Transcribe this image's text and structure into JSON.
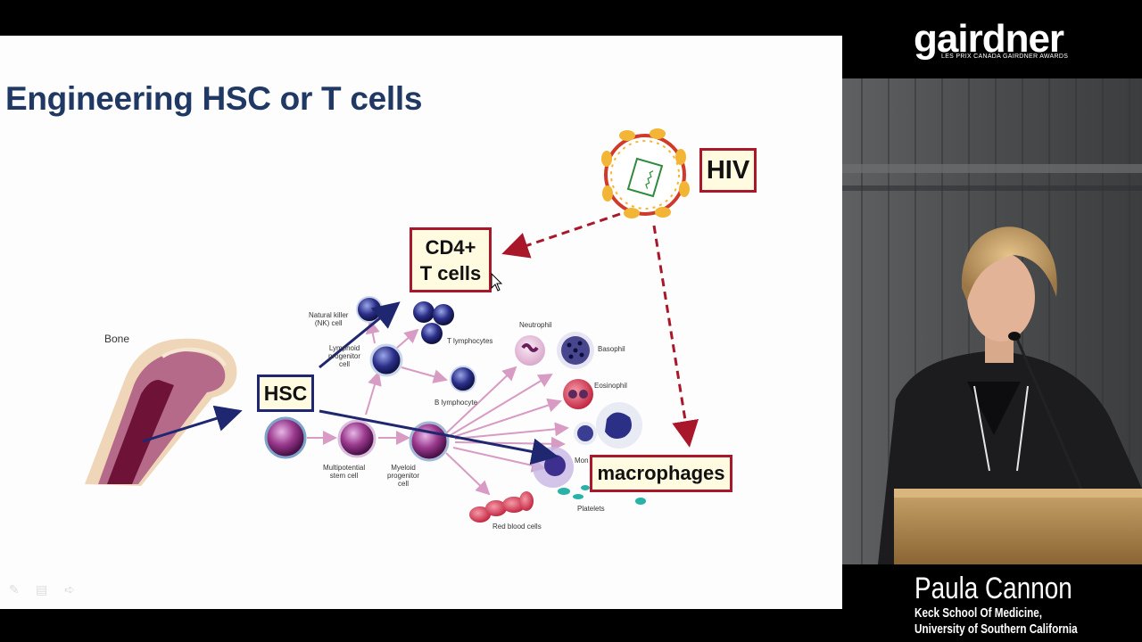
{
  "slide": {
    "title": "Engineering HSC or T cells",
    "boxes": {
      "hiv": "HIV",
      "cd4_line1": "CD4+",
      "cd4_line2": "T cells",
      "hsc": "HSC",
      "macrophages": "macrophages"
    },
    "labels": {
      "bone": "Bone",
      "nk_line1": "Natural killer",
      "nk_line2": "(NK) cell",
      "lymphoid_line1": "Lymphoid",
      "lymphoid_line2": "progenitor",
      "lymphoid_line3": "cell",
      "t_lymphocytes": "T lymphocytes",
      "b_lymphocyte": "B lymphocyte",
      "multipotential_line1": "Multipotential",
      "multipotential_line2": "stem cell",
      "myeloid_line1": "Myeloid",
      "myeloid_line2": "progenitor",
      "myeloid_line3": "cell",
      "neutrophil": "Neutrophil",
      "basophil": "Basophil",
      "eosinophil": "Eosinophil",
      "monocyte": "Mon",
      "platelets": "Platelets",
      "red_blood_cells": "Red blood cells"
    },
    "controls": {
      "pen_icon": "✎",
      "menu_icon": "▤",
      "next_icon": "➪"
    }
  },
  "branding": {
    "logo": "gairdner",
    "tagline": "LES PRIX CANADA GAIRDNER AWARDS"
  },
  "speaker": {
    "name": "Paula Cannon",
    "affiliation_line1": "Keck School Of Medicine,",
    "affiliation_line2": "University of Southern California"
  },
  "colors": {
    "title": "#1f3864",
    "box_border_red": "#a8172a",
    "box_border_blue": "#1f2770",
    "box_fill": "#fffbe0",
    "arrow_dark": "#1f2770",
    "arrow_red_dashed": "#a8172a"
  }
}
